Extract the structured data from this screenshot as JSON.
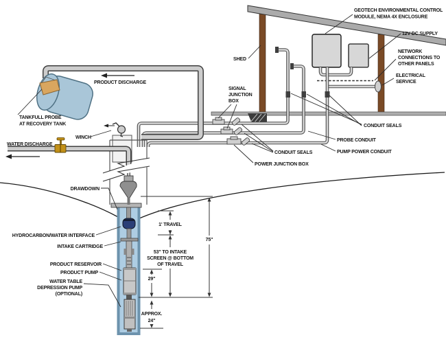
{
  "diagram": {
    "shed": {
      "label": "SHED",
      "geotech_module": [
        "GEOTECH ENVIRONMENTAL CONTROL",
        "MODULE, NEMA 4X ENCLOSURE"
      ],
      "dc_supply": "12V DC SUPPLY",
      "network": [
        "NETWORK",
        "CONNECTIONS TO",
        "OTHER PANELS"
      ],
      "electrical": [
        "ELECTRICAL",
        "SERVICE"
      ]
    },
    "conduits": {
      "signal_junction_box": [
        "SIGNAL",
        "JUNCTION",
        "BOX"
      ],
      "conduit_seals_right": "CONDUIT SEALS",
      "conduit_seals_left": "CONDUIT SEALS",
      "probe_conduit": "PROBE CONDUIT",
      "pump_power_conduit": "PUMP POWER CONDUIT",
      "power_junction_box": "POWER JUNCTION BOX"
    },
    "surface": {
      "product_discharge": "PRODUCT DISCHARGE",
      "water_discharge": "WATER DISCHARGE",
      "winch": "WINCH",
      "tankfull_probe": [
        "TANKFULL PROBE",
        "AT RECOVERY TANK"
      ]
    },
    "well": {
      "drawdown": "DRAWDOWN",
      "hydrocarbon_water_interface": "HYDROCARBON/WATER INTERFACE",
      "intake_cartridge": "INTAKE CARTRIDGE",
      "product_reservoir": "PRODUCT RESERVOIR",
      "product_pump": "PRODUCT PUMP",
      "water_table_pump": [
        "WATER TABLE",
        "DEPRESSION PUMP",
        "(OPTIONAL)"
      ]
    },
    "dimensions": {
      "travel": "1' TRAVEL",
      "to_intake": [
        "53\" TO INTAKE",
        "SCREEN @ BOTTOM",
        "OF TRAVEL"
      ],
      "depth": "75\"",
      "pump_len": "29\"",
      "approx": [
        "APPROX.",
        "24\""
      ]
    },
    "colors": {
      "tank_blue": "#a9c6d8",
      "well_water_blue": "#aecde3",
      "well_wall_blue": "#6d93ad",
      "interface_dome_navy": "#2b3f77",
      "probe_tan": "#d9a65f",
      "valve_brass": "#c29018",
      "post_brown": "#7a4a26",
      "roof_gray": "#ababab",
      "enclosure_gray": "#d7d7d7",
      "pipe_gray": "#cdcdcd",
      "ground_gray": "#adadad"
    }
  }
}
